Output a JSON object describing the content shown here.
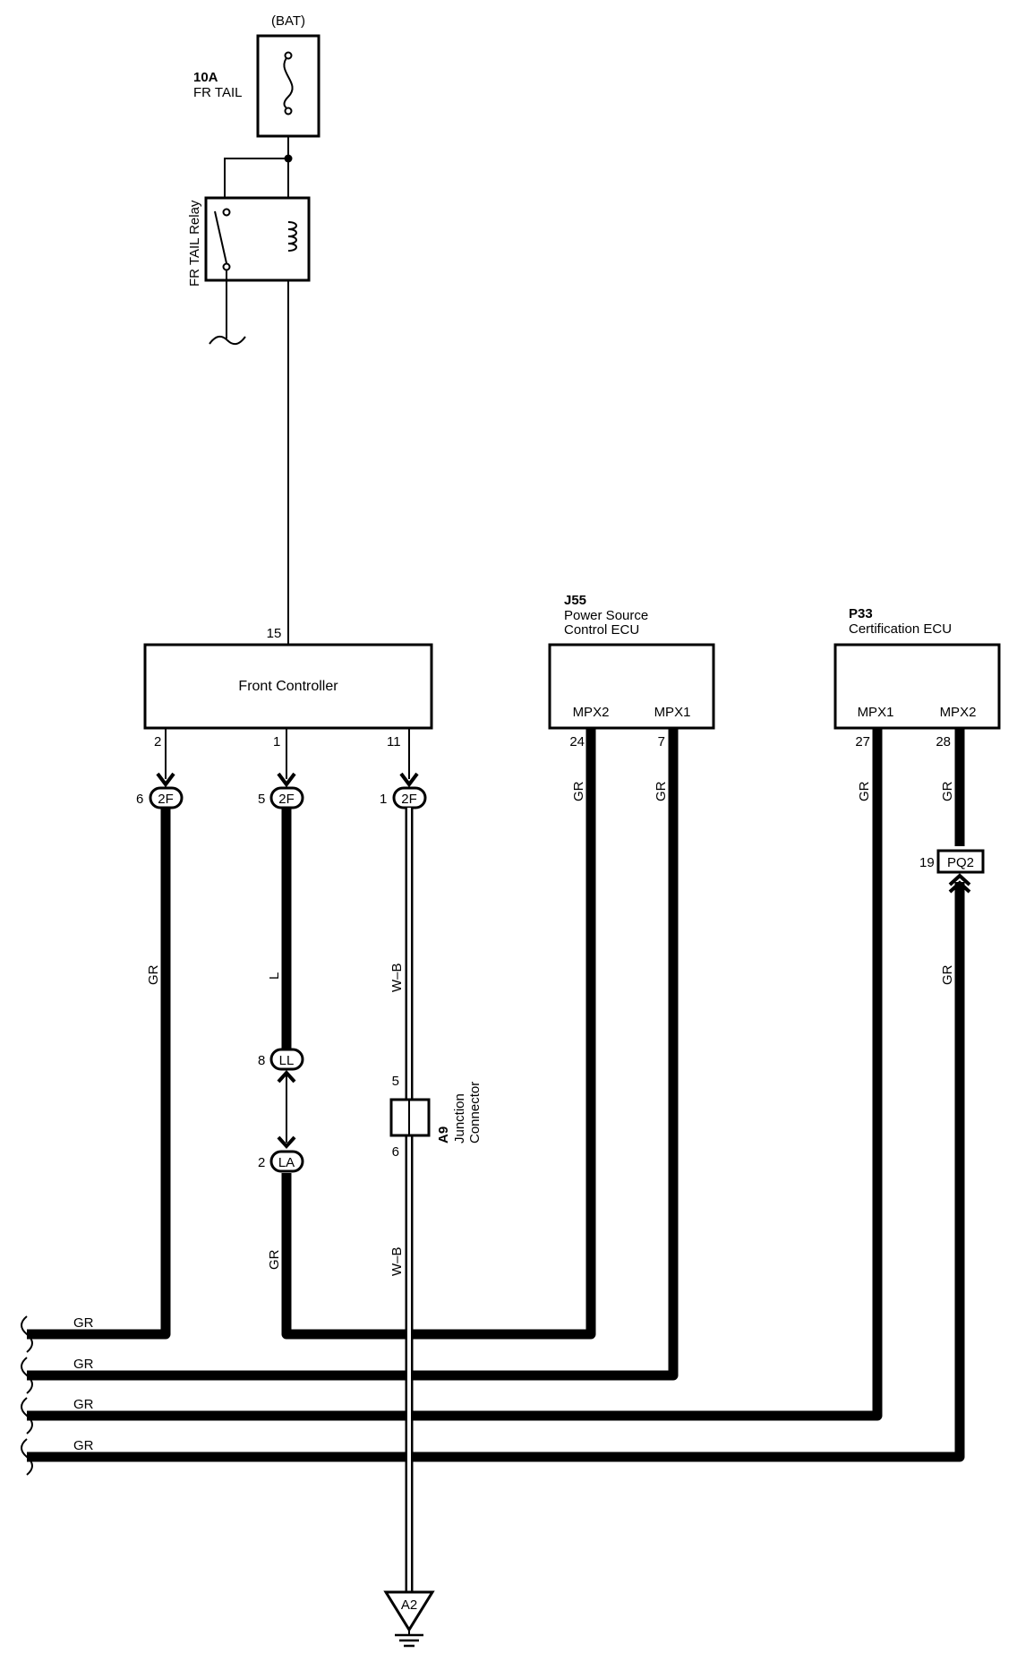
{
  "fuse": {
    "source": "(BAT)",
    "rating": "10A",
    "name": "FR TAIL"
  },
  "relay": {
    "name": "FR TAIL Relay"
  },
  "front_controller": {
    "name": "Front Controller",
    "pin_top": "15",
    "pin_a": "2",
    "pin_b": "1",
    "pin_c": "11"
  },
  "j55": {
    "code": "J55",
    "line1": "Power Source",
    "line2": "Control ECU",
    "term1": "MPX2",
    "term2": "MPX1",
    "pin1": "24",
    "pin2": "7"
  },
  "p33": {
    "code": "P33",
    "name": "Certification ECU",
    "term1": "MPX1",
    "term2": "MPX2",
    "pin1": "27",
    "pin2": "28"
  },
  "connectors": {
    "c2f_a": {
      "label": "2F",
      "pin": "6"
    },
    "c2f_b": {
      "label": "2F",
      "pin": "5"
    },
    "c2f_c": {
      "label": "2F",
      "pin": "1"
    },
    "ll": {
      "label": "LL",
      "pin": "8"
    },
    "la": {
      "label": "LA",
      "pin": "2"
    },
    "pq2": {
      "label": "PQ2",
      "pin": "19"
    }
  },
  "junction": {
    "code": "A9",
    "line1": "Junction",
    "line2": "Connector",
    "pin_in": "5",
    "pin_out": "6"
  },
  "ground": {
    "label": "A2"
  },
  "wire_colors": {
    "w1": "GR",
    "w2": "L",
    "w3": "W–B",
    "w4": "GR",
    "w5": "GR",
    "w6": "GR",
    "w7": "GR",
    "w8": "GR",
    "w9": "GR",
    "w10": "W–B",
    "bus1": "GR",
    "bus2": "GR",
    "bus3": "GR",
    "bus4": "GR"
  }
}
